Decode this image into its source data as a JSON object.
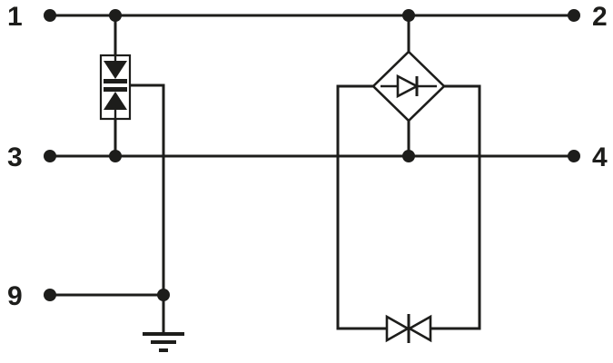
{
  "colors": {
    "line": "#1d1d1b",
    "background": "#ffffff"
  },
  "terminals": {
    "t1": "1",
    "t2": "2",
    "t3": "3",
    "t4": "4",
    "t9": "9"
  },
  "components": {
    "suppressor": "bidirectional-suppressor-diode",
    "arrester": "spark-gap-arrester",
    "diac": "bidirectional-diac",
    "ground": "earth-ground"
  }
}
